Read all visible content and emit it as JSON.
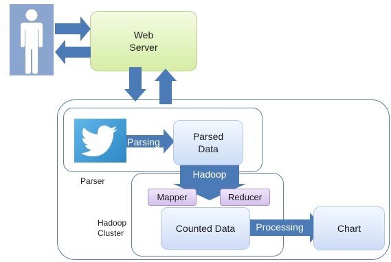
{
  "nodes": {
    "web_server": "Web\nServer",
    "parsed_data": "Parsed\nData",
    "mapper": "Mapper",
    "reducer": "Reducer",
    "counted_data": "Counted Data",
    "chart": "Chart"
  },
  "arrows": {
    "parsing": "Parsing",
    "hadoop": "Hadoop",
    "processing": "Processing"
  },
  "groups": {
    "parser": "Parser",
    "hadoop_cluster": "Hadoop\nCluster"
  },
  "icons": {
    "user": "user-icon",
    "twitter": "twitter-bird-icon"
  },
  "colors": {
    "arrow_blue": "#4a7bb7",
    "frame_blue": "#5b7ea6",
    "person_bg": "#8aa6cf"
  }
}
